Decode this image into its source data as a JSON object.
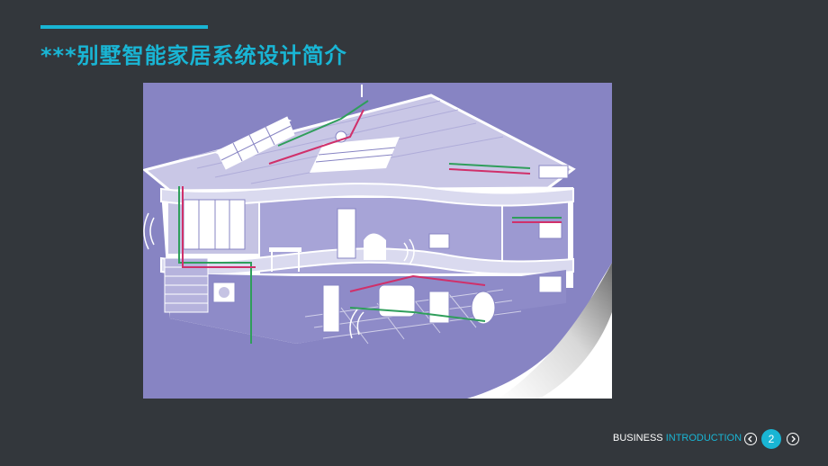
{
  "slide": {
    "title": "***别墅智能家居系统设计简介",
    "accent_color": "#19b5d4",
    "background_color": "#33373c"
  },
  "illustration": {
    "subject": "smart-home cutaway house diagram",
    "background_color": "#8a86c4"
  },
  "footer": {
    "label_part1": "BUSINESS",
    "label_part2": "INTRODUCTION",
    "prev_icon": "chevron-left-icon",
    "next_icon": "chevron-right-icon",
    "page_number": "2"
  }
}
